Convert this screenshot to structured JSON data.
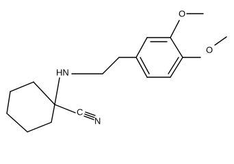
{
  "structure": {
    "atoms": {
      "amine_nh": "HN",
      "nitrile_n": "N",
      "nitrile_c": "C",
      "oxygen_upper": "O",
      "oxygen_lower": "O"
    },
    "colors": {
      "bond": "#000000",
      "text": "#000000",
      "background": "#ffffff"
    }
  }
}
